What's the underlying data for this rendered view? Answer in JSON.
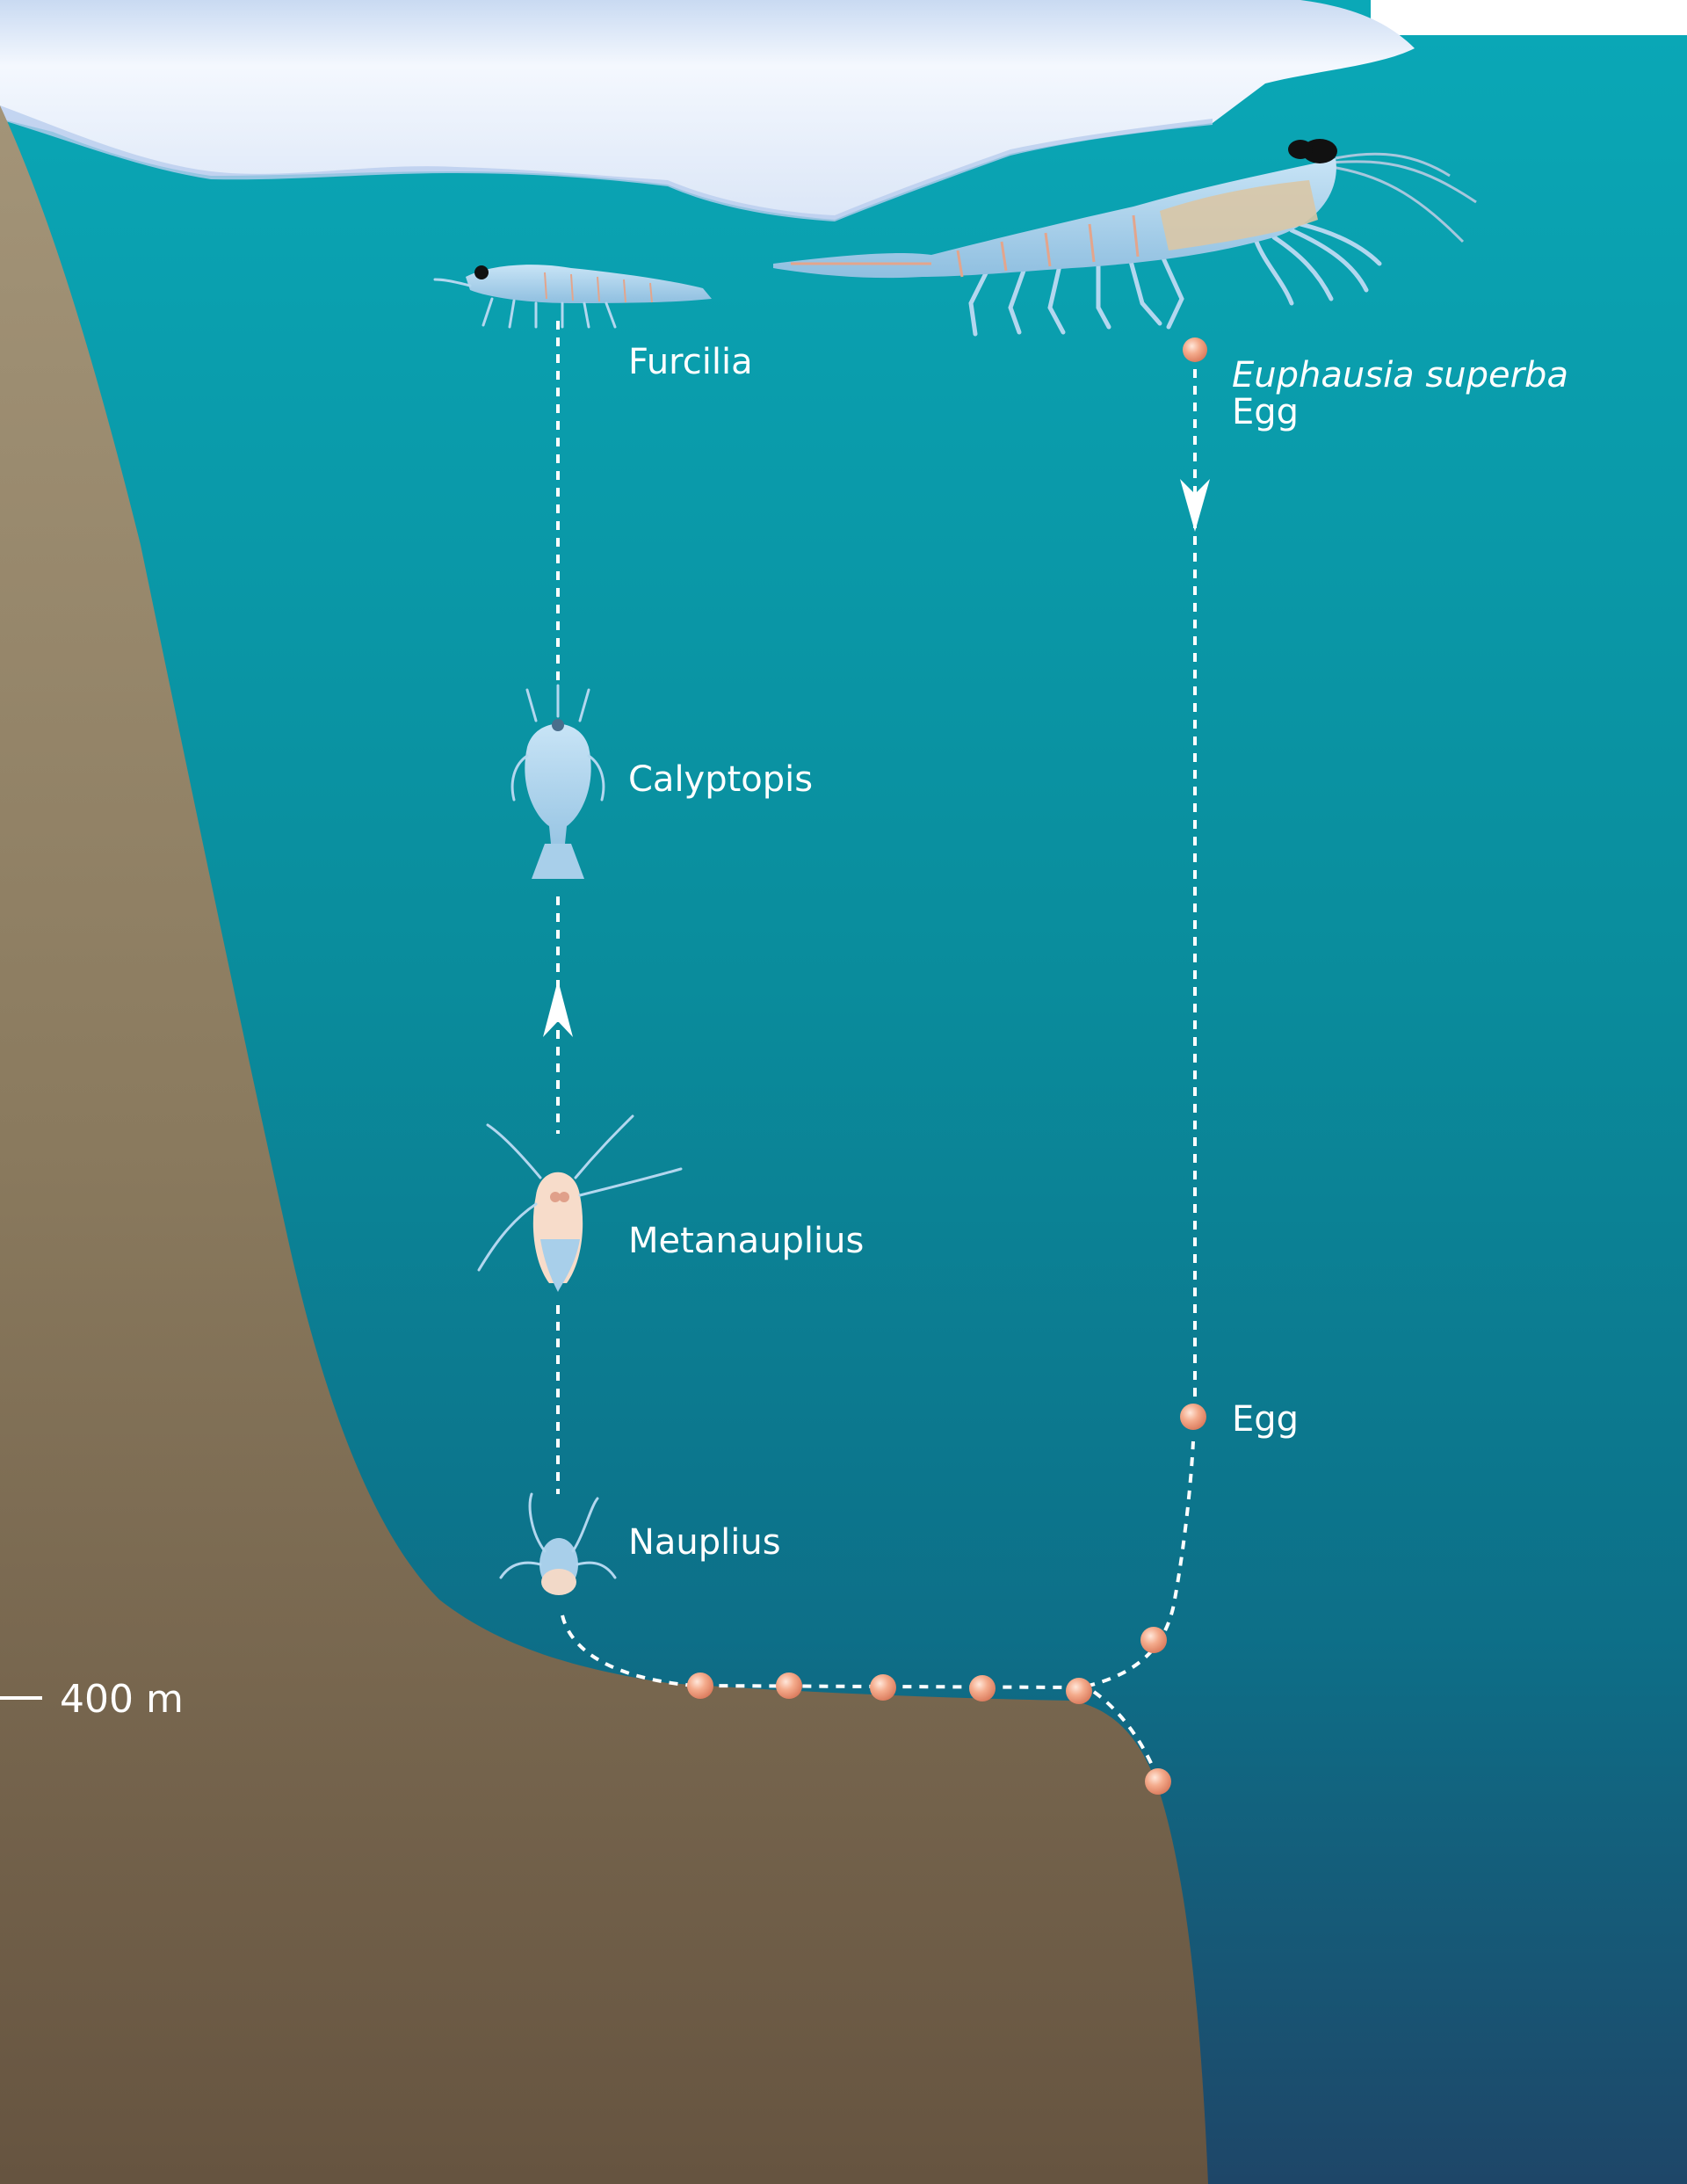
{
  "labels": {
    "furcilia": "Furcilia",
    "calyptopis": "Calyptopis",
    "metanauplius": "Metanauplius",
    "nauplius": "Nauplius",
    "species": "Euphausia superba",
    "egg_top": "Egg",
    "egg_mid": "Egg",
    "depth": "400 m"
  },
  "colors": {
    "water_top": "#0aa8b7",
    "water_mid": "#0a8796",
    "water_bottom": "#1c4a6c",
    "ice": "#e7eefb",
    "seabed_top": "#a39478",
    "seabed_bottom": "#6b5840",
    "egg": "#f2a98a",
    "path": "#ffffff",
    "krill": "#a8d2ee"
  }
}
